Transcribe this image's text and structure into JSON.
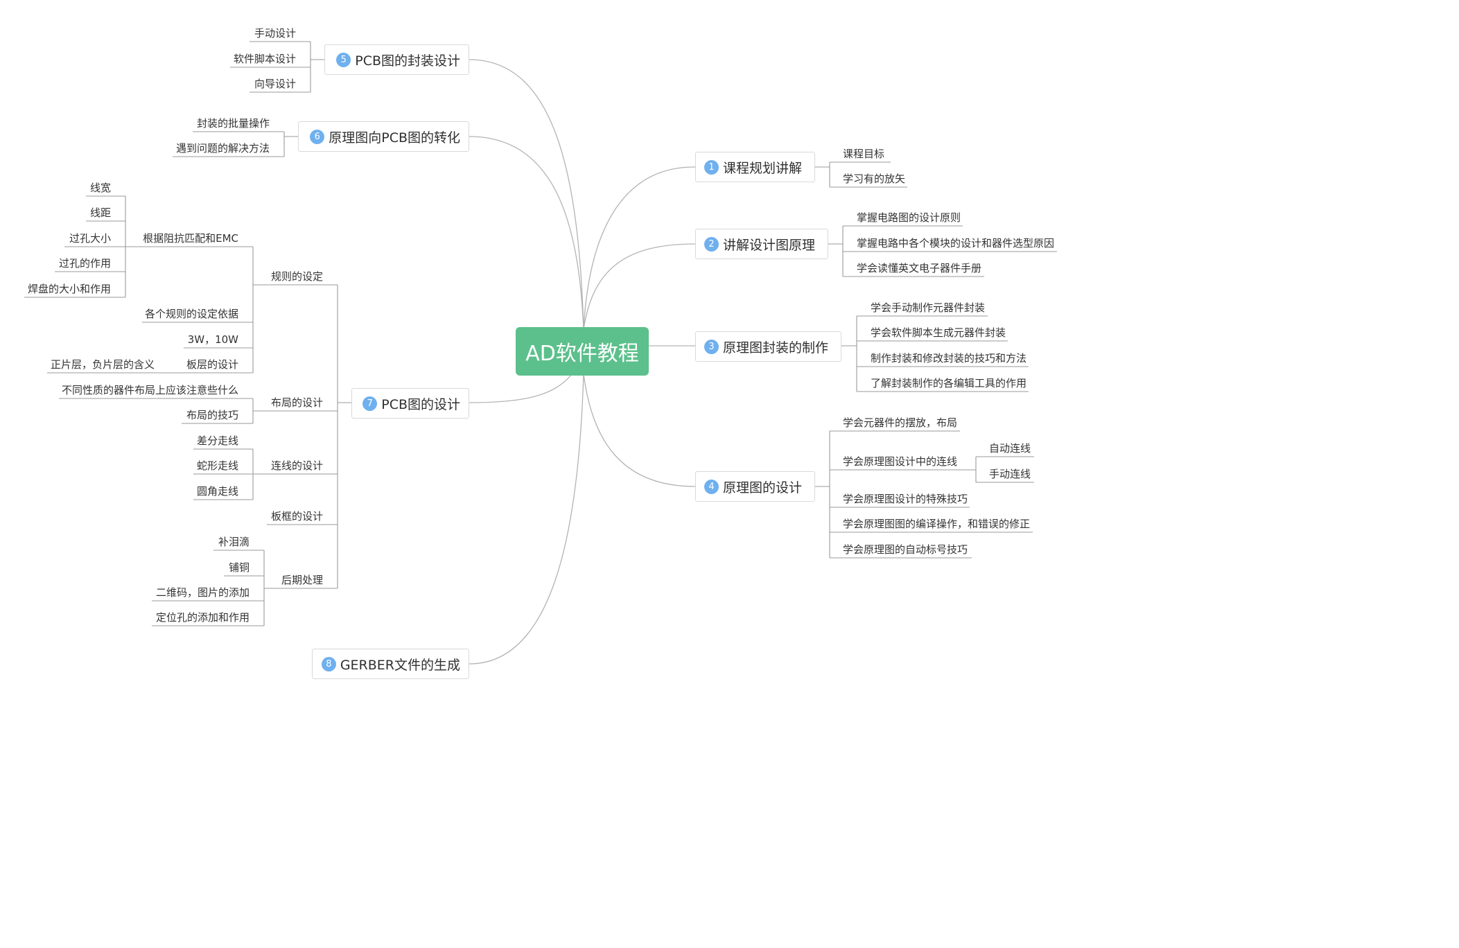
{
  "root": {
    "label": "AD软件教程"
  },
  "colors": {
    "root_fill": "#5cc08c",
    "badge_fill": "#6fb0ee",
    "line": "#b3b3b3",
    "leaf_line": "#999999"
  },
  "branches": [
    {
      "number": "1",
      "label": "课程规划讲解",
      "children": [
        {
          "label": "课程目标"
        },
        {
          "label": "学习有的放矢"
        }
      ]
    },
    {
      "number": "2",
      "label": "讲解设计图原理",
      "children": [
        {
          "label": "掌握电路图的设计原则"
        },
        {
          "label": "掌握电路中各个模块的设计和器件选型原因"
        },
        {
          "label": "学会读懂英文电子器件手册"
        }
      ]
    },
    {
      "number": "3",
      "label": "原理图封装的制作",
      "children": [
        {
          "label": "学会手动制作元器件封装"
        },
        {
          "label": "学会软件脚本生成元器件封装"
        },
        {
          "label": "制作封装和修改封装的技巧和方法"
        },
        {
          "label": "了解封装制作的各编辑工具的作用"
        }
      ]
    },
    {
      "number": "4",
      "label": "原理图的设计",
      "children": [
        {
          "label": "学会元器件的摆放，布局"
        },
        {
          "label": "学会原理图设计中的连线",
          "children": [
            {
              "label": "自动连线"
            },
            {
              "label": "手动连线"
            }
          ]
        },
        {
          "label": "学会原理图设计的特殊技巧"
        },
        {
          "label": "学会原理图图的编译操作，和错误的修正"
        },
        {
          "label": "学会原理图的自动标号技巧"
        }
      ]
    },
    {
      "number": "5",
      "label": "PCB图的封装设计",
      "children": [
        {
          "label": "手动设计"
        },
        {
          "label": "软件脚本设计"
        },
        {
          "label": "向导设计"
        }
      ]
    },
    {
      "number": "6",
      "label": "原理图向PCB图的转化",
      "children": [
        {
          "label": "封装的批量操作"
        },
        {
          "label": "遇到问题的解决方法"
        }
      ]
    },
    {
      "number": "7",
      "label": "PCB图的设计",
      "children": [
        {
          "label": "规则的设定",
          "children": [
            {
              "label": "根据阻抗匹配和EMC",
              "children": [
                {
                  "label": "线宽"
                },
                {
                  "label": "线距"
                },
                {
                  "label": "过孔大小"
                },
                {
                  "label": "过孔的作用"
                },
                {
                  "label": "焊盘的大小和作用"
                }
              ]
            },
            {
              "label": "各个规则的设定依据"
            },
            {
              "label": "3W，10W"
            },
            {
              "label": "板层的设计",
              "children": [
                {
                  "label": "正片层，负片层的含义"
                }
              ]
            }
          ]
        },
        {
          "label": "布局的设计",
          "children": [
            {
              "label": "不同性质的器件布局上应该注意些什么"
            },
            {
              "label": "布局的技巧"
            }
          ]
        },
        {
          "label": "连线的设计",
          "children": [
            {
              "label": "差分走线"
            },
            {
              "label": "蛇形走线"
            },
            {
              "label": "圆角走线"
            }
          ]
        },
        {
          "label": "板框的设计"
        },
        {
          "label": "后期处理",
          "children": [
            {
              "label": "补泪滴"
            },
            {
              "label": "铺铜"
            },
            {
              "label": "二维码，图片的添加"
            },
            {
              "label": "定位孔的添加和作用"
            }
          ]
        }
      ]
    },
    {
      "number": "8",
      "label": "GERBER文件的生成",
      "children": []
    }
  ]
}
